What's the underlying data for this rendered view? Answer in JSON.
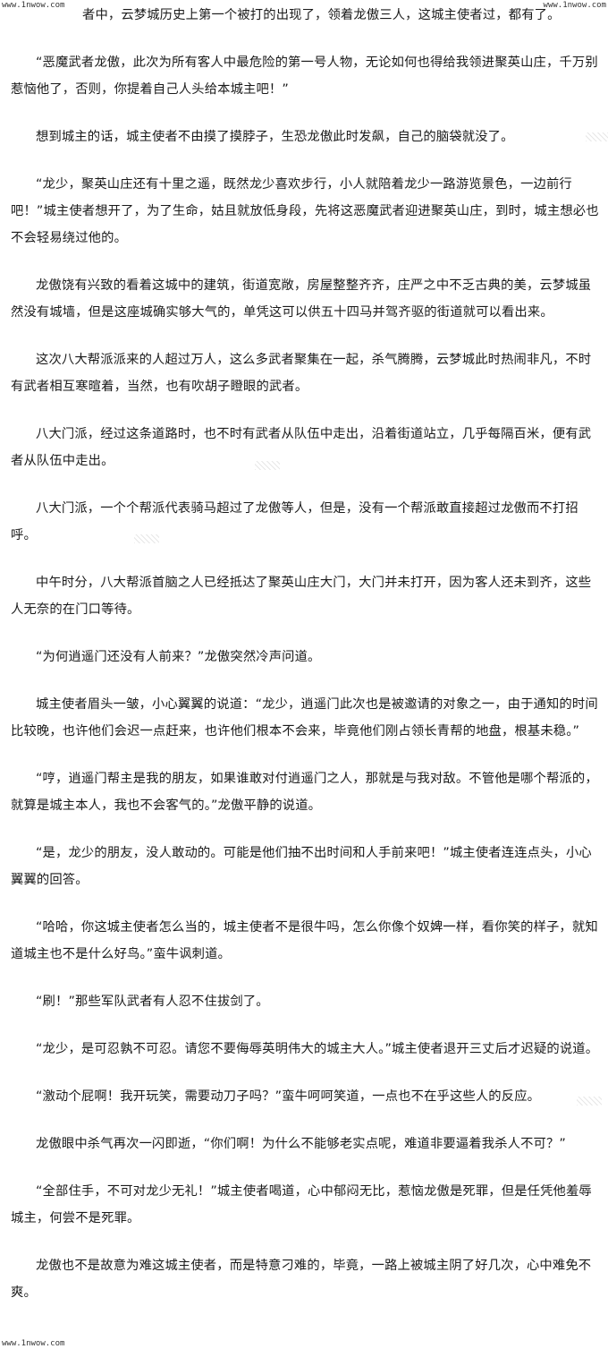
{
  "watermarks": {
    "top_left": "www.1nwow.com",
    "top_right": "www.1nwow.com",
    "bottom_left": "www.1nwow.com"
  },
  "paragraphs": [
    "者中，云梦城历史上第一个被打的出现了，领着龙傲三人，这城主使者过，都有了。",
    "“恶魔武者龙傲，此次为所有客人中最危险的第一号人物，无论如何也得给我领进聚英山庄，千万别惹恼他了，否则，你提着自己人头给本城主吧！”",
    "想到城主的话，城主使者不由摸了摸脖子，生恐龙傲此时发飙，自己的脑袋就没了。",
    "“龙少，聚英山庄还有十里之遥，既然龙少喜欢步行，小人就陪着龙少一路游览景色，一边前行吧！”城主使者想开了，为了生命，姑且就放低身段，先将这恶魔武者迎进聚英山庄，到时，城主想必也不会轻易绕过他的。",
    "龙傲饶有兴致的看着这城中的建筑，街道宽敞，房屋整整齐齐，庄严之中不乏古典的美，云梦城虽然没有城墙，但是这座城确实够大气的，单凭这可以供五十四马并驾齐驱的街道就可以看出来。",
    "这次八大帮派派来的人超过万人，这么多武者聚集在一起，杀气腾腾，云梦城此时热闹非凡，不时有武者相互寒暄着，当然，也有吹胡子瞪眼的武者。",
    "八大门派，经过这条道路时，也不时有武者从队伍中走出，沿着街道站立，几乎每隔百米，便有武者从队伍中走出。",
    "八大门派，一个个帮派代表骑马超过了龙傲等人，但是，没有一个帮派敢直接超过龙傲而不打招呼。",
    "中午时分，八大帮派首脑之人已经抵达了聚英山庄大门，大门并未打开，因为客人还未到齐，这些人无奈的在门口等待。",
    "“为何逍遥门还没有人前来？”龙傲突然冷声问道。",
    "城主使者眉头一皱，小心翼翼的说道：“龙少，逍遥门此次也是被邀请的对象之一，由于通知的时间比较晚，也许他们会迟一点赶来，也许他们根本不会来，毕竟他们刚占领长青帮的地盘，根基未稳。”",
    "“哼，逍遥门帮主是我的朋友，如果谁敢对付逍遥门之人，那就是与我对敌。不管他是哪个帮派的，就算是城主本人，我也不会客气的。”龙傲平静的说道。",
    "“是，龙少的朋友，没人敢动的。可能是他们抽不出时间和人手前来吧！”城主使者连连点头，小心翼翼的回答。",
    "“哈哈，你这城主使者怎么当的，城主使者不是很牛吗，怎么你像个奴婢一样，看你笑的样子，就知道城主也不是什么好鸟。”蛮牛讽刺道。",
    "“刷！”那些军队武者有人忍不住拔剑了。",
    "“龙少，是可忍孰不可忍。请您不要侮辱英明伟大的城主大人。”城主使者退开三丈后才迟疑的说道。",
    "“激动个屁啊！我开玩笑，需要动刀子吗？”蛮牛呵呵笑道，一点也不在乎这些人的反应。",
    "龙傲眼中杀气再次一闪即逝，“你们啊！为什么不能够老实点呢，难道非要逼着我杀人不可？”",
    "“全部住手，不可对龙少无礼！”城主使者喝道，心中郁闷无比，惹恼龙傲是死罪，但是任凭他羞辱城主，何尝不是死罪。",
    "龙傲也不是故意为难这城主使者，而是特意刁难的，毕竟，一路上被城主阴了好几次，心中难免不爽。"
  ]
}
